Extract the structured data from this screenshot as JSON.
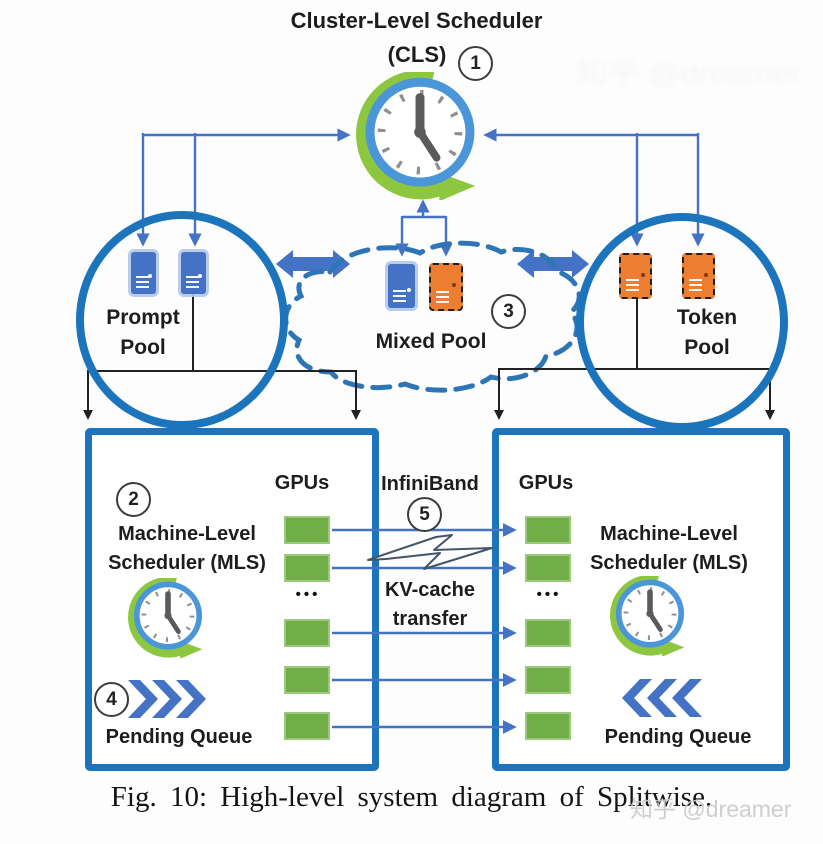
{
  "cls": {
    "title": "Cluster-Level Scheduler",
    "subtitle": "(CLS)",
    "badge": "1"
  },
  "pools": {
    "prompt": {
      "line1": "Prompt",
      "line2": "Pool"
    },
    "mixed": {
      "label": "Mixed Pool",
      "badge": "3"
    },
    "token": {
      "line1": "Token",
      "line2": "Pool"
    }
  },
  "machines": {
    "left": {
      "badge": "2",
      "mls1": "Machine-Level",
      "mls2": "Scheduler (MLS)",
      "gpus": "GPUs",
      "dots": "•••",
      "queue_badge": "4",
      "queue": "Pending Queue"
    },
    "right": {
      "mls1": "Machine-Level",
      "mls2": "Scheduler (MLS)",
      "gpus": "GPUs",
      "dots": "•••",
      "queue": "Pending Queue"
    }
  },
  "link": {
    "label": "InfiniBand",
    "badge": "5",
    "kv1": "KV-cache",
    "kv2": "transfer"
  },
  "caption": {
    "text": "Fig. 10: High-level system diagram of Splitwise."
  },
  "watermark": {
    "text": "知乎 @dreamer"
  },
  "colors": {
    "box_blue": "#1C75BC",
    "arrow_blue": "#4472C4",
    "gpu_green": "#71AE48",
    "server_orange": "#ED7D31",
    "clock_green": "#8DC63F",
    "clock_ring": "#4A96D8"
  }
}
